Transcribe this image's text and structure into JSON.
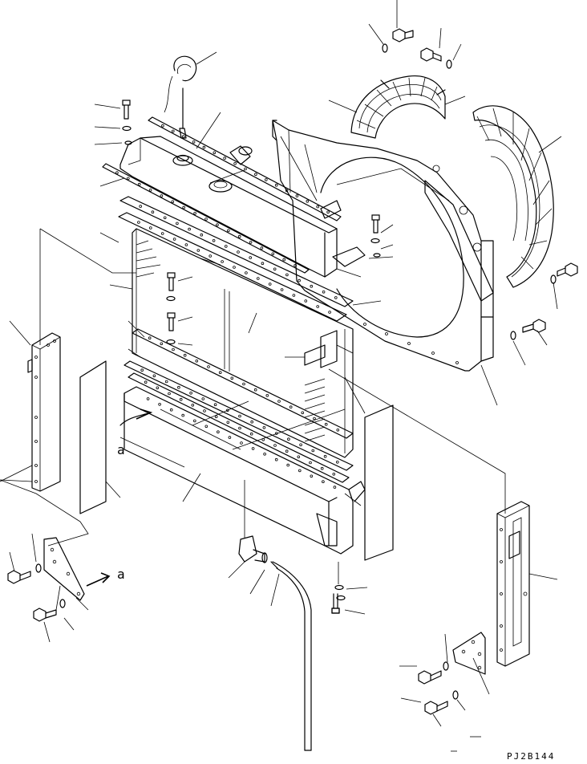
{
  "figure": {
    "view_marker": "a",
    "arrow_marker": "a",
    "drawing_code": "PJ2B144"
  }
}
